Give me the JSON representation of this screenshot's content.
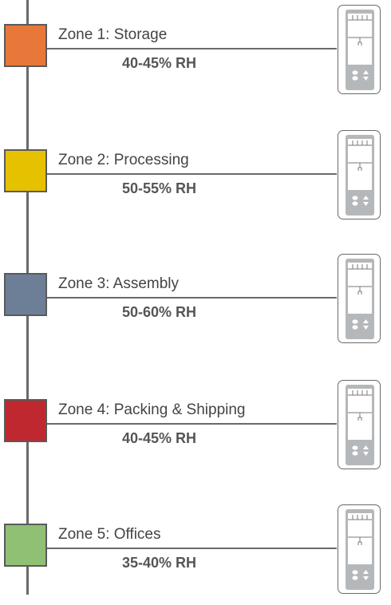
{
  "zones": [
    {
      "label": "Zone 1: Storage",
      "rh": "40-45% RH",
      "color": "#e8773a"
    },
    {
      "label": "Zone 2: Processing",
      "rh": "50-55% RH",
      "color": "#e6c100"
    },
    {
      "label": "Zone 3: Assembly",
      "rh": "50-60% RH",
      "color": "#6d7f96"
    },
    {
      "label": "Zone 4: Packing & Shipping",
      "rh": "40-45% RH",
      "color": "#c0282f"
    },
    {
      "label": "Zone 5: Offices",
      "rh": "35-40% RH",
      "color": "#8fc074"
    }
  ],
  "colors": {
    "line": "#6a6a6a",
    "controller_panel": "#b5b8bb",
    "text": "#444444"
  },
  "icons": {
    "controller": "humidity-controller-icon",
    "arrows": "up-down-arrow-icon"
  }
}
